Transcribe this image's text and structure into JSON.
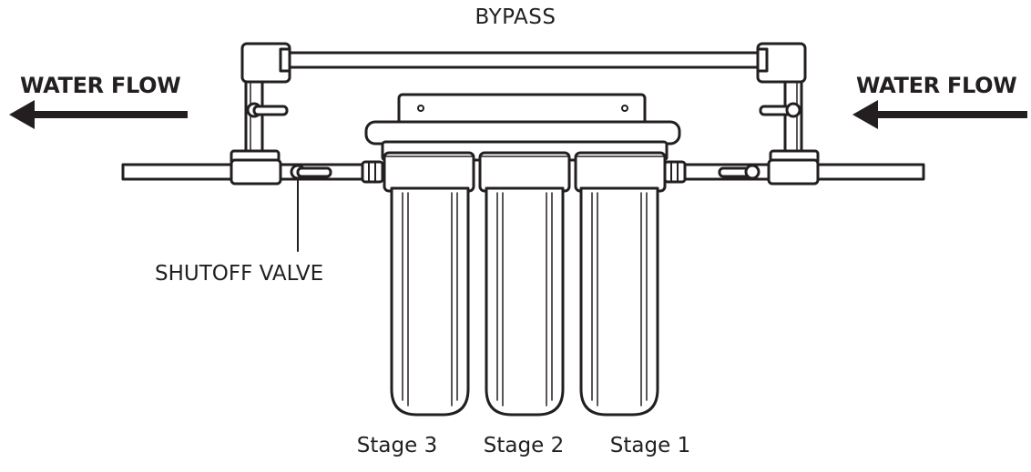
{
  "labels": {
    "bypass": "BYPASS",
    "water_flow_left": "WATER FLOW",
    "water_flow_right": "WATER FLOW",
    "shutoff_valve": "SHUTOFF VALVE"
  },
  "stages": [
    "Stage 3",
    "Stage 2",
    "Stage 1"
  ],
  "colors": {
    "line": "#231f20",
    "background": "#ffffff"
  }
}
